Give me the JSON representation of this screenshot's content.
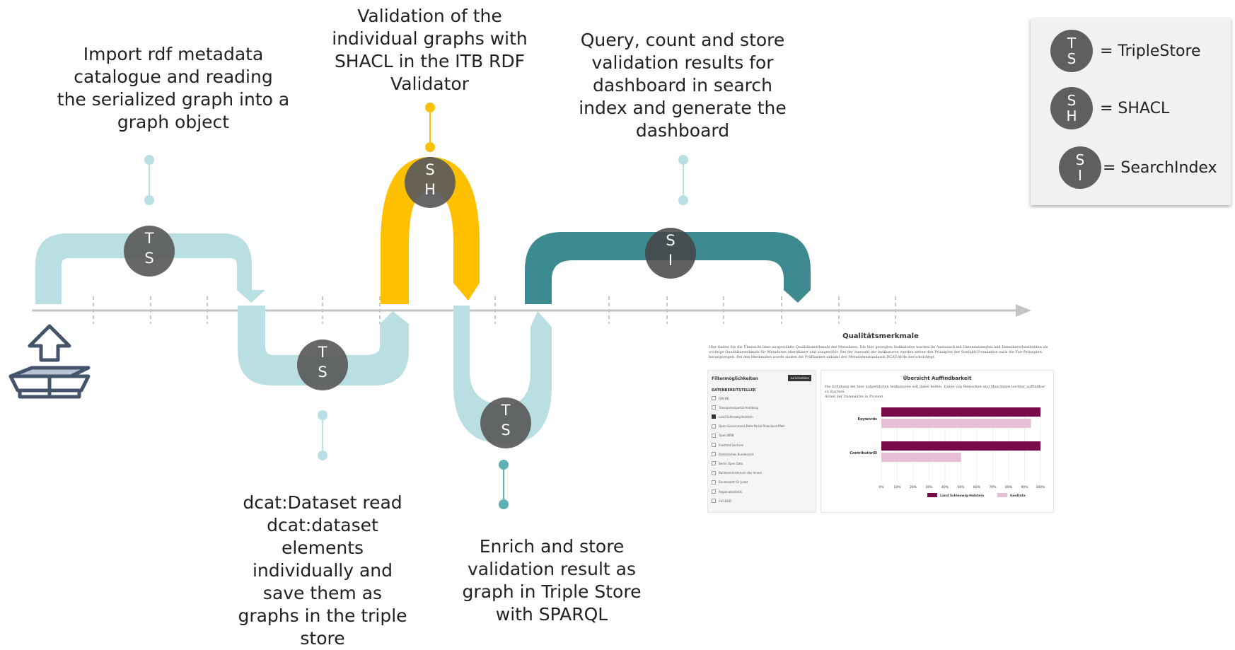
{
  "captions": {
    "step1": "Import rdf metadata catalogue and reading the serialized graph into a graph object",
    "step2": "dcat:Dataset read dcat:dataset elements individually and save them as graphs in the triple store",
    "step3": "Validation of the individual graphs with SHACL in the ITB RDF Validator",
    "step4": "Enrich and store validation result as graph in Triple Store with SPARQL",
    "step5": "Query, count and store validation results for dashboard in search index and generate the dashboard"
  },
  "badges": {
    "ts_line1": "T",
    "ts_line2": "S",
    "sh_line1": "S",
    "sh_line2": "H",
    "si_line1": "S",
    "si_line2": "I"
  },
  "legend": {
    "items": [
      {
        "l1": "T",
        "l2": "S",
        "label": "= TripleStore"
      },
      {
        "l1": "S",
        "l2": "H",
        "label": "= SHACL"
      },
      {
        "l1": "S",
        "l2": "I",
        "label": "= SearchIndex"
      }
    ]
  },
  "colors": {
    "light_blue": "#b9dfe3",
    "yellow": "#ffc000",
    "teal": "#3e8a91",
    "teal_pin": "#5fb0b7",
    "badge": "#5a5a5a",
    "axis": "#c4c4c4",
    "icon": "#44546a"
  },
  "dashboard": {
    "title": "Qualitätsmerkmale",
    "intro": "Hier finden Sie die Übersicht über ausgewählte Qualitätsmerkmale der Metadaten. Die hier gezeigten Indikatoren wurden im Austausch mit Datennutzenden und Datenbereitstellenden als wichtige Qualitätsmerkmale für Metadaten identifiziert und ausgewählt. Bei der Auswahl der Indikatoren wurden neben den Prinzipien der Sunlight Foundation auch die Fair-Prinzipien herangezogen. Bei den Merkmalen wurde zudem die Prüfbarkeit anhand des Metadatenstandards DCAT-AP.de berücksichtigt.",
    "filter": {
      "heading": "Filtermöglichkeiten",
      "reset": "zurücksetzen",
      "group": "DATENBEREITSTELLER",
      "items": [
        {
          "label": "GDI-DE",
          "checked": false
        },
        {
          "label": "Transparenzportal Hamburg",
          "checked": false
        },
        {
          "label": "Land Schleswig-Holstein",
          "checked": true
        },
        {
          "label": "Open-Government-Data-Portal Rheinland-Pfalz",
          "checked": false
        },
        {
          "label": "Open.NRW",
          "checked": false
        },
        {
          "label": "Freistaat Sachsen",
          "checked": false
        },
        {
          "label": "Statistisches Bundesamt",
          "checked": false
        },
        {
          "label": "Berlin Open Data",
          "checked": false
        },
        {
          "label": "Bundesministerium des Innern",
          "checked": false
        },
        {
          "label": "Bundesamt für Justiz",
          "checked": false
        },
        {
          "label": "Regionalstatistik",
          "checked": false
        },
        {
          "label": "mCLOUD",
          "checked": false
        }
      ]
    },
    "chart_title": "Übersicht Auffindbarkeit",
    "chart_desc": "Die Erfüllung der hier aufgeführten Indikatoren soll dabei helfen, Daten von Menschen und Maschinen leichter auffindbar zu machen.",
    "chart_sub": "Anteil der Datensätze in Prozent"
  },
  "chart_data": {
    "type": "bar",
    "orientation": "horizontal",
    "title": "Übersicht Auffindbarkeit",
    "xlabel": "Anteil der Datensätze in Prozent",
    "categories": [
      "Keywords",
      "ContributorID"
    ],
    "series": [
      {
        "name": "Land Schleswig-Holstein",
        "values": [
          100,
          100
        ],
        "color": "#7b0a4b"
      },
      {
        "name": "GovData",
        "values": [
          94,
          50
        ],
        "color": "#e6bfd6"
      }
    ],
    "xlim": [
      0,
      100
    ],
    "xticks": [
      "0%",
      "10%",
      "20%",
      "30%",
      "40%",
      "50%",
      "60%",
      "70%",
      "80%",
      "90%",
      "100%"
    ],
    "legend_position": "bottom"
  }
}
